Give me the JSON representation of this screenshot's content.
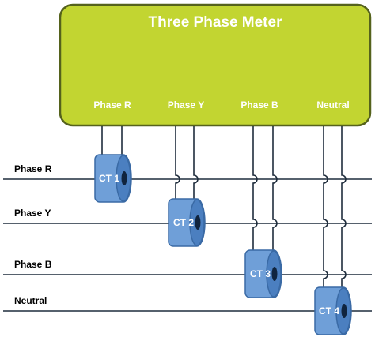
{
  "meter": {
    "title": "Three Phase Meter",
    "terminals": [
      "Phase R",
      "Phase Y",
      "Phase B",
      "Neutral"
    ],
    "fill_color": "#c2d531",
    "border_color": "#55621c"
  },
  "lines": [
    "Phase R",
    "Phase Y",
    "Phase B",
    "Neutral"
  ],
  "cts": [
    "CT 1",
    "CT 2",
    "CT 3",
    "CT 4"
  ],
  "colors": {
    "ct_fill": "#6f9fd8",
    "ct_border": "#3a6aa5",
    "ct_side": "#4b7fc0",
    "ct_hole": "#10243e",
    "wire": "#1f2d3d"
  }
}
